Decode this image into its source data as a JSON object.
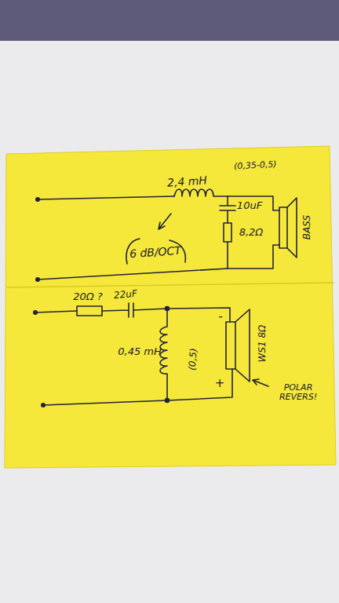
{
  "diagram": {
    "labels": [
      "2,4 mH",
      "(0,35-0,5)",
      "10uF",
      "8,2Ω",
      "BASS",
      "6 dB/OCT",
      "20Ω ?",
      "22uF",
      "0,45 mH",
      "(0,5)",
      "-",
      "+",
      "WS1 8Ω",
      "POLAR REVERS!"
    ]
  }
}
